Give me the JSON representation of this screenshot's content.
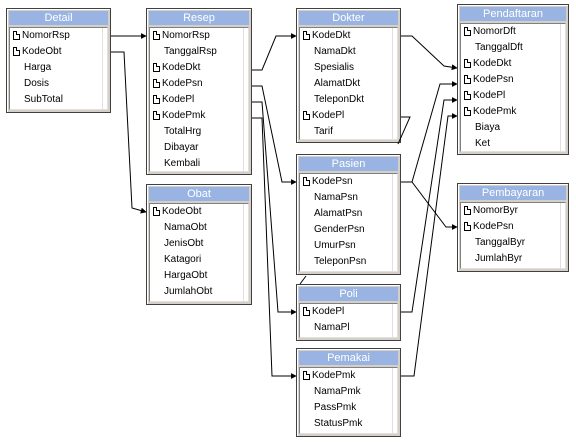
{
  "tables": [
    {
      "id": "detail",
      "title": "Detail",
      "fields": [
        {
          "name": "NomorRsp",
          "key": true
        },
        {
          "name": "KodeObt",
          "key": true
        },
        {
          "name": "Harga",
          "key": false
        },
        {
          "name": "Dosis",
          "key": false
        },
        {
          "name": "SubTotal",
          "key": false
        }
      ]
    },
    {
      "id": "resep",
      "title": "Resep",
      "fields": [
        {
          "name": "NomorRsp",
          "key": true
        },
        {
          "name": "TanggalRsp",
          "key": false
        },
        {
          "name": "KodeDkt",
          "key": true
        },
        {
          "name": "KodePsn",
          "key": true
        },
        {
          "name": "KodePl",
          "key": true
        },
        {
          "name": "KodePmk",
          "key": true
        },
        {
          "name": "TotalHrg",
          "key": false
        },
        {
          "name": "Dibayar",
          "key": false
        },
        {
          "name": "Kembali",
          "key": false
        }
      ]
    },
    {
      "id": "obat",
      "title": "Obat",
      "fields": [
        {
          "name": "KodeObt",
          "key": true
        },
        {
          "name": "NamaObt",
          "key": false
        },
        {
          "name": "JenisObt",
          "key": false
        },
        {
          "name": "Katagori",
          "key": false
        },
        {
          "name": "HargaObt",
          "key": false
        },
        {
          "name": "JumlahObt",
          "key": false
        }
      ]
    },
    {
      "id": "dokter",
      "title": "Dokter",
      "fields": [
        {
          "name": "KodeDkt",
          "key": true
        },
        {
          "name": "NamaDkt",
          "key": false
        },
        {
          "name": "Spesialis",
          "key": false
        },
        {
          "name": "AlamatDkt",
          "key": false
        },
        {
          "name": "TeleponDkt",
          "key": false
        },
        {
          "name": "KodePl",
          "key": true
        },
        {
          "name": "Tarif",
          "key": false
        }
      ]
    },
    {
      "id": "pasien",
      "title": "Pasien",
      "fields": [
        {
          "name": "KodePsn",
          "key": true
        },
        {
          "name": "NamaPsn",
          "key": false
        },
        {
          "name": "AlamatPsn",
          "key": false
        },
        {
          "name": "GenderPsn",
          "key": false
        },
        {
          "name": "UmurPsn",
          "key": false
        },
        {
          "name": "TeleponPsn",
          "key": false
        }
      ]
    },
    {
      "id": "poli",
      "title": "Poli",
      "fields": [
        {
          "name": "KodePl",
          "key": true
        },
        {
          "name": "NamaPl",
          "key": false
        }
      ]
    },
    {
      "id": "pemakai",
      "title": "Pemakai",
      "fields": [
        {
          "name": "KodePmk",
          "key": true
        },
        {
          "name": "NamaPmk",
          "key": false
        },
        {
          "name": "PassPmk",
          "key": false
        },
        {
          "name": "StatusPmk",
          "key": false
        }
      ]
    },
    {
      "id": "pendaftaran",
      "title": "Pendaftaran",
      "fields": [
        {
          "name": "NomorDft",
          "key": true
        },
        {
          "name": "TanggalDft",
          "key": false
        },
        {
          "name": "KodeDkt",
          "key": true
        },
        {
          "name": "KodePsn",
          "key": true
        },
        {
          "name": "KodePl",
          "key": true
        },
        {
          "name": "KodePmk",
          "key": true
        },
        {
          "name": "Biaya",
          "key": false
        },
        {
          "name": "Ket",
          "key": false
        }
      ]
    },
    {
      "id": "pembayaran",
      "title": "Pembayaran",
      "fields": [
        {
          "name": "NomorByr",
          "key": true
        },
        {
          "name": "KodePsn",
          "key": true
        },
        {
          "name": "TanggalByr",
          "key": false
        },
        {
          "name": "JumlahByr",
          "key": false
        }
      ]
    }
  ],
  "relationships": [
    {
      "from": "detail",
      "from_field": "NomorRsp",
      "to": "resep",
      "to_field": "NomorRsp"
    },
    {
      "from": "detail",
      "from_field": "KodeObt",
      "to": "obat",
      "to_field": "KodeObt"
    },
    {
      "from": "resep",
      "from_field": "KodeDkt",
      "to": "dokter",
      "to_field": "KodeDkt"
    },
    {
      "from": "resep",
      "from_field": "KodePsn",
      "to": "pasien",
      "to_field": "KodePsn"
    },
    {
      "from": "resep",
      "from_field": "KodePl",
      "to": "poli",
      "to_field": "KodePl"
    },
    {
      "from": "resep",
      "from_field": "KodePmk",
      "to": "pemakai",
      "to_field": "KodePmk"
    },
    {
      "from": "dokter",
      "from_field": "KodePl",
      "to": "poli",
      "to_field": "KodePl"
    },
    {
      "from": "dokter",
      "from_field": "KodeDkt",
      "to": "pendaftaran",
      "to_field": "KodeDkt"
    },
    {
      "from": "pasien",
      "from_field": "KodePsn",
      "to": "pendaftaran",
      "to_field": "KodePsn"
    },
    {
      "from": "poli",
      "from_field": "KodePl",
      "to": "pendaftaran",
      "to_field": "KodePl"
    },
    {
      "from": "pemakai",
      "from_field": "KodePmk",
      "to": "pendaftaran",
      "to_field": "KodePmk"
    },
    {
      "from": "pasien",
      "from_field": "KodePsn",
      "to": "pembayaran",
      "to_field": "KodePsn"
    }
  ]
}
